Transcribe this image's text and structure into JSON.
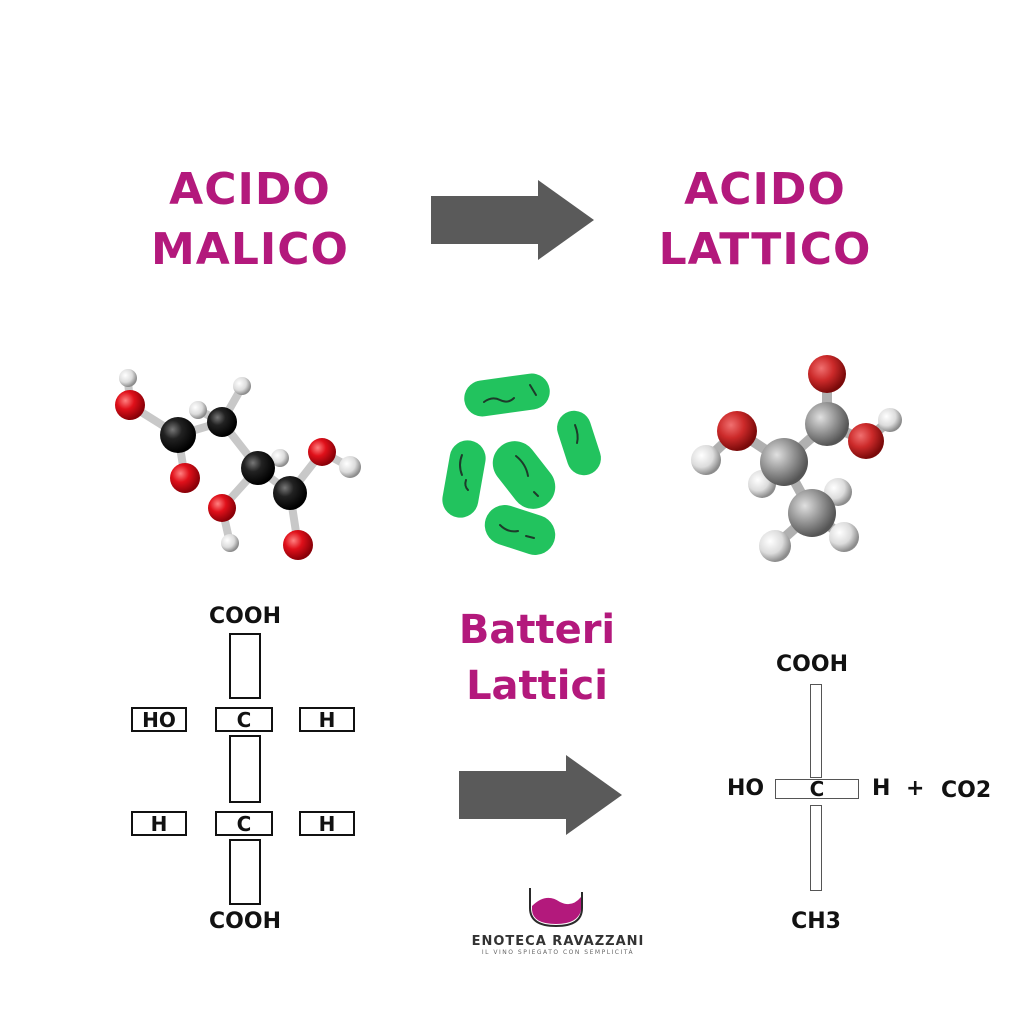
{
  "colors": {
    "accent": "#b3197c",
    "arrow": "#5a5a5a",
    "bacteria": "#22c35e"
  },
  "header": {
    "left_title_line1": "ACIDO",
    "left_title_line2": "MALICO",
    "right_title_line1": "ACIDO",
    "right_title_line2": "LATTICO"
  },
  "center": {
    "bacteria_line1": "Batteri",
    "bacteria_line2": "Lattici"
  },
  "malic_formula": {
    "top": "COOH",
    "row1": [
      "HO",
      "C",
      "H"
    ],
    "row2": [
      "H",
      "C",
      "H"
    ],
    "bottom": "COOH"
  },
  "lactic_formula": {
    "top": "COOH",
    "left": "HO",
    "center": "C",
    "right": "H",
    "plus": "+",
    "byproduct": "CO2",
    "bottom": "CH3"
  },
  "brand": {
    "name": "ENOTECA RAVAZZANI",
    "tagline": "IL VINO SPIEGATO CON SEMPLICITÀ"
  },
  "icons": [
    "arrow-right-icon",
    "malic-acid-molecule-icon",
    "bacteria-icon",
    "lactic-acid-molecule-icon",
    "wine-glass-logo-icon"
  ]
}
